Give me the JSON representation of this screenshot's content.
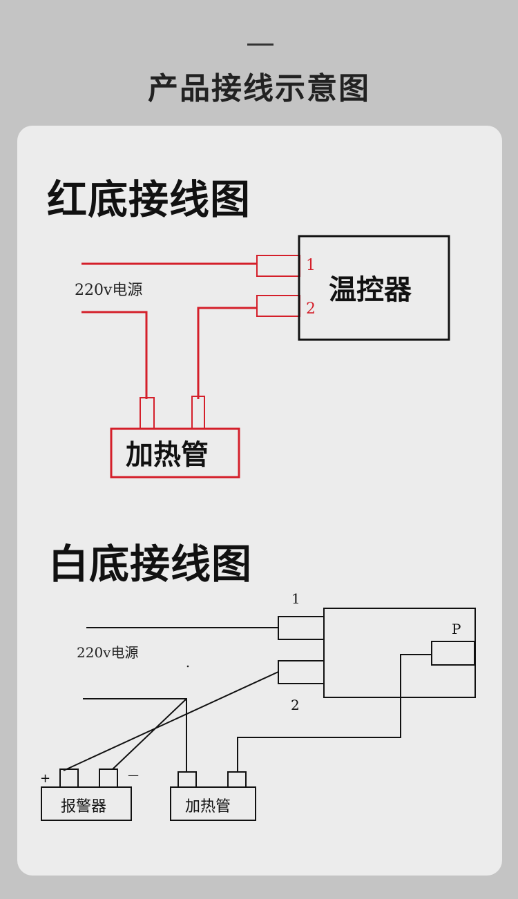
{
  "page": {
    "title": "产品接线示意图"
  },
  "red_diagram": {
    "title": "红底接线图",
    "power_label": "220v电源",
    "controller_label": "温控器",
    "heater_label": "加热管",
    "terminal_1": "1",
    "terminal_2": "2",
    "wire_color": "#d41f2a"
  },
  "white_diagram": {
    "title": "白底接线图",
    "power_label": "220v电源",
    "terminal_1": "1",
    "terminal_2": "2",
    "terminal_p": "P",
    "alarm_label": "报警器",
    "heater_label": "加热管",
    "plus": "+",
    "minus": "—",
    "wire_color": "#111111"
  }
}
